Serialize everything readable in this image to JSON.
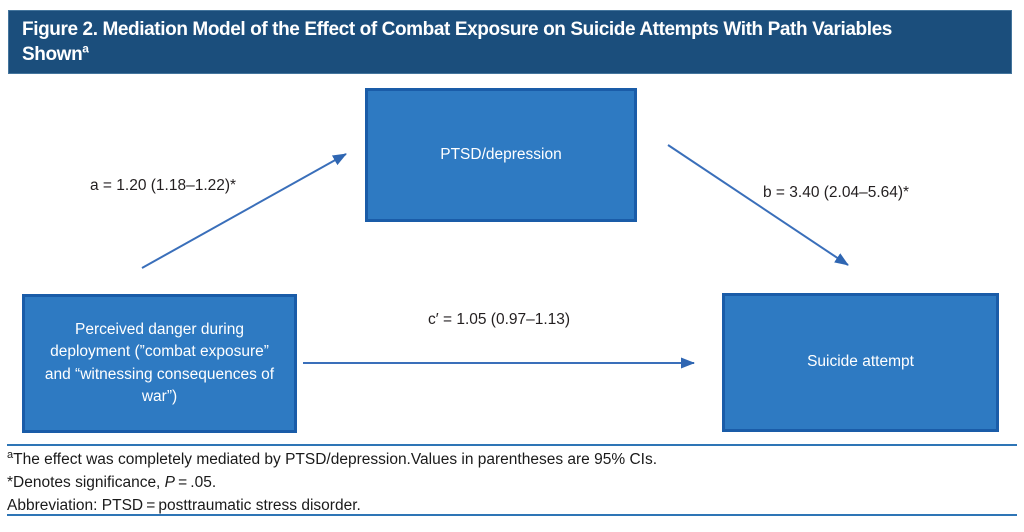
{
  "header": {
    "title_line1": "Figure 2. Mediation Model of the Effect of Combat Exposure on Suicide Attempts With Path Variables",
    "title_line2": "Shown",
    "title_superscript": "a"
  },
  "diagram": {
    "nodes": {
      "mediator": {
        "label": "PTSD/depression"
      },
      "predictor": {
        "label": "Perceived danger during deployment (”combat exposure” and “witnessing consequences of war”)"
      },
      "outcome": {
        "label": "Suicide attempt"
      }
    },
    "paths": {
      "a": {
        "label": "a = 1.20 (1.18–1.22)*",
        "from": "predictor",
        "to": "mediator"
      },
      "b": {
        "label": "b = 3.40 (2.04–5.64)*",
        "from": "mediator",
        "to": "outcome"
      },
      "c_prime": {
        "label": "c′ = 1.05 (0.97–1.13)",
        "from": "predictor",
        "to": "outcome"
      }
    }
  },
  "footnotes": {
    "note_a_superscript": "a",
    "note_a_text": "The effect was completely mediated by PTSD/depression.Values in parentheses are 95% CIs.",
    "significance_prefix": "*Denotes significance, ",
    "significance_p": "P",
    "significance_suffix": " = .05.",
    "abbreviation": "Abbreviation: PTSD = posttraumatic stress disorder."
  },
  "colors": {
    "header_background": "#1b4e7c",
    "title_text": "#ffffff",
    "box_fill": "#2e7ac2",
    "box_border": "#1a5ca8",
    "arrow": "#3a6fba",
    "rule": "#2e75b6",
    "body_text": "#1a1a1a"
  }
}
